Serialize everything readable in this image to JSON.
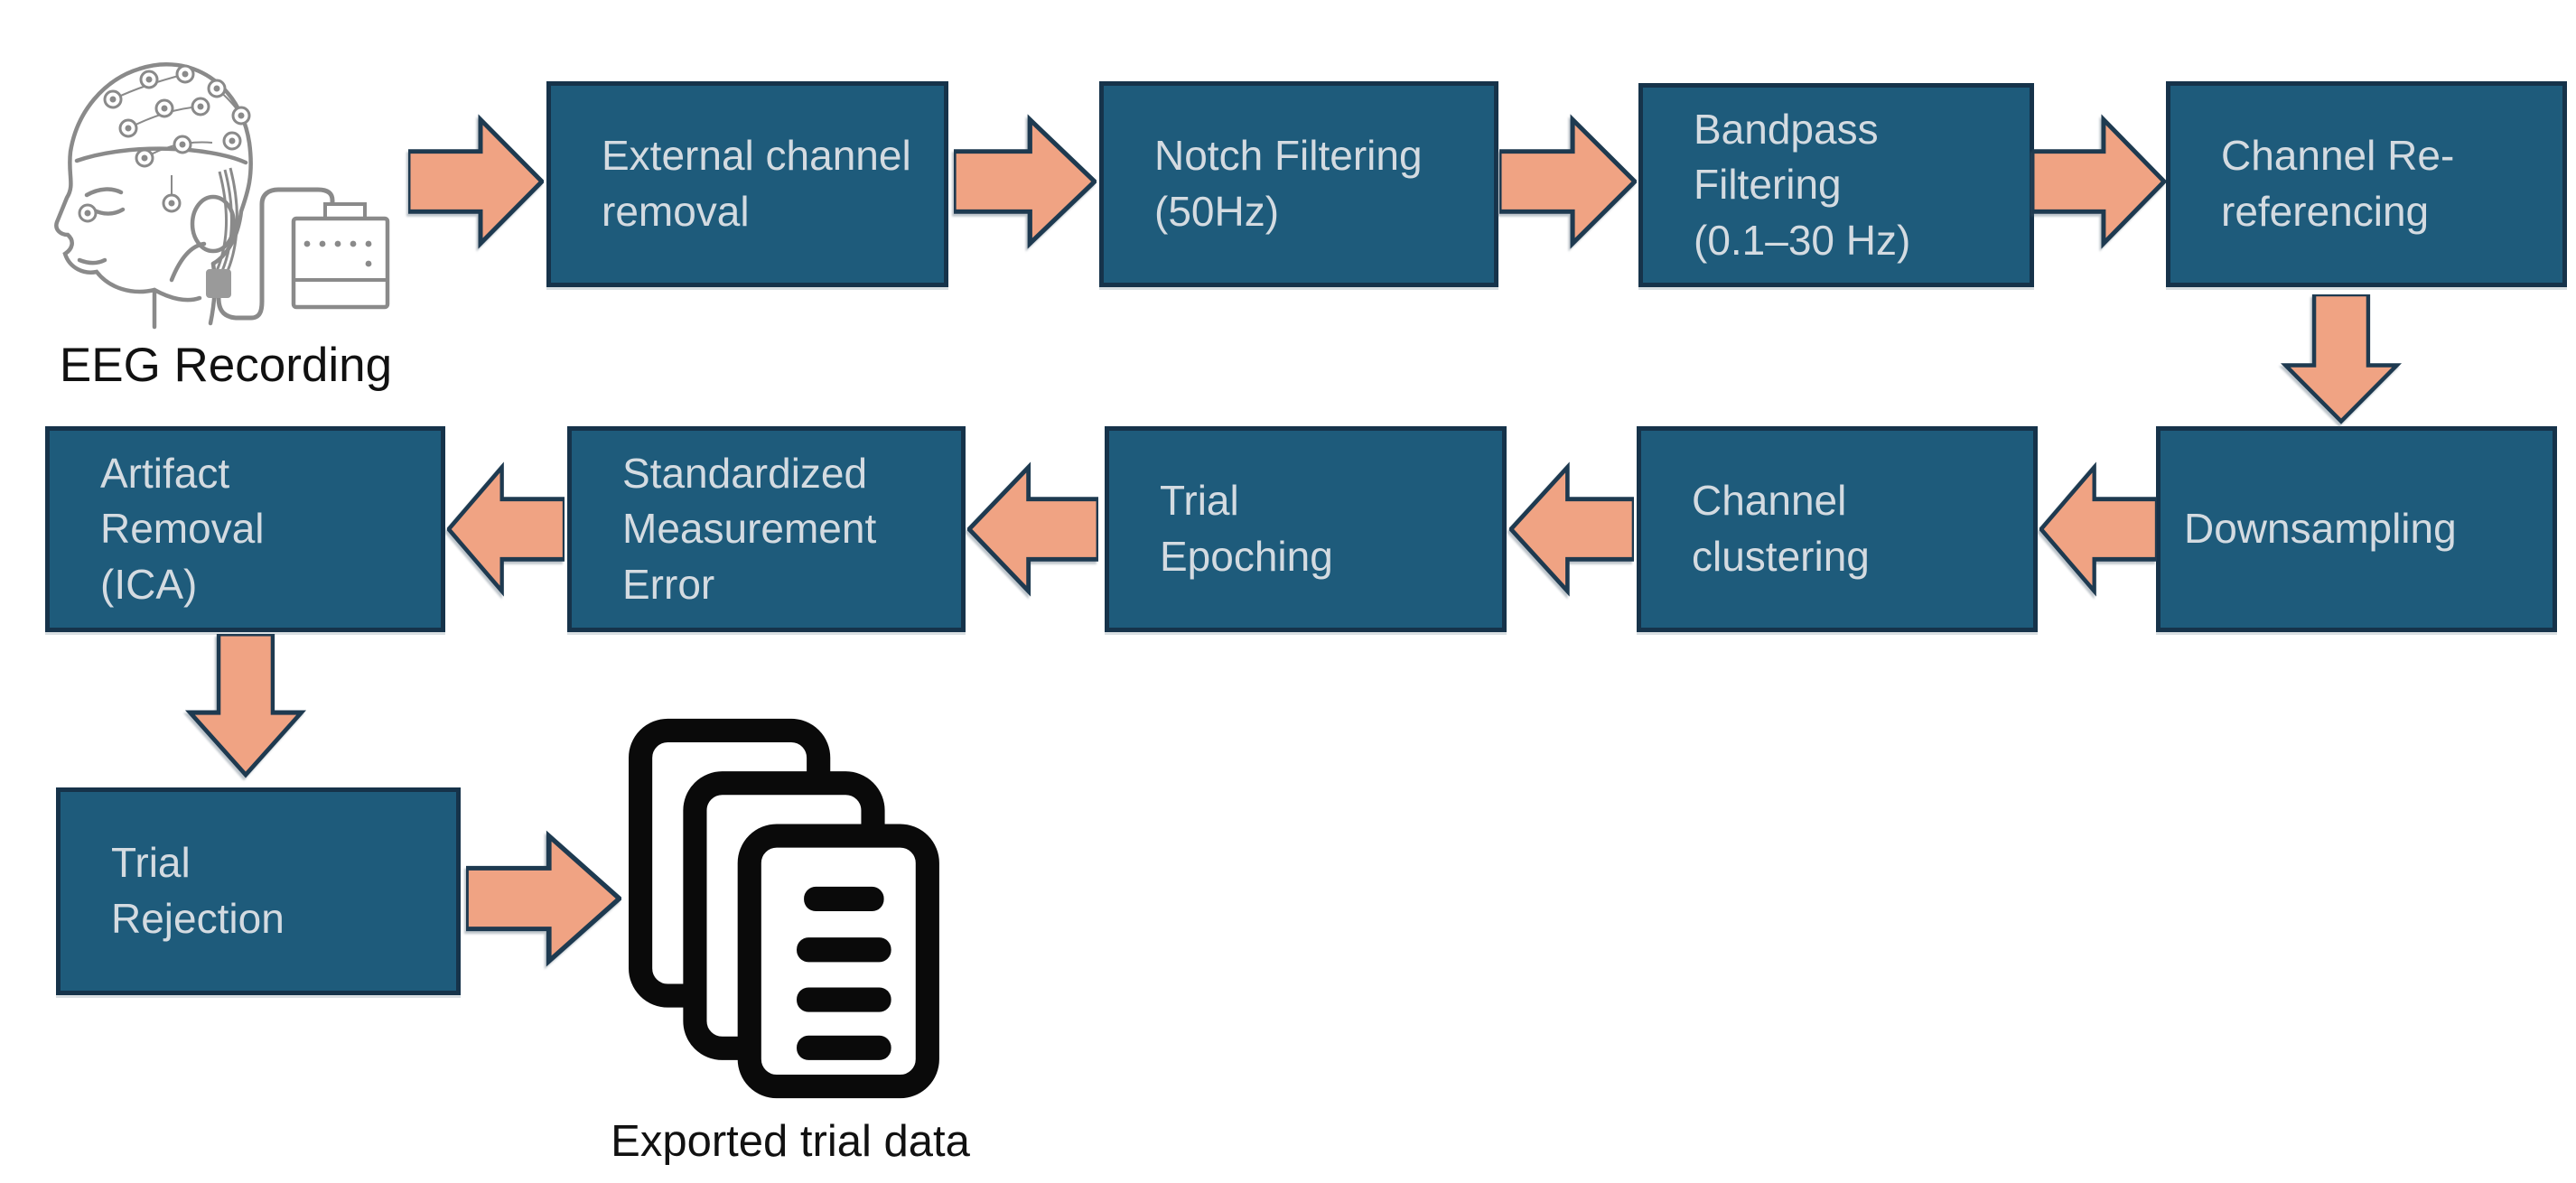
{
  "flowchart": {
    "input": {
      "caption": "EEG Recording",
      "icon": "eeg-head-with-electrode-cap-and-amplifier"
    },
    "steps": [
      {
        "label": "External channel\nremoval"
      },
      {
        "label": "Notch Filtering\n(50Hz)"
      },
      {
        "label": "Bandpass\nFiltering\n(0.1–30 Hz)"
      },
      {
        "label": "Channel Re-\nreferencing"
      },
      {
        "label": "Downsampling"
      },
      {
        "label": "Channel\nclustering"
      },
      {
        "label": "Trial\nEpoching"
      },
      {
        "label": "Standardized\nMeasurement\nError"
      },
      {
        "label": "Artifact\nRemoval\n(ICA)"
      },
      {
        "label": "Trial\nRejection"
      }
    ],
    "output": {
      "caption": "Exported trial data",
      "icon": "document-stack"
    },
    "flow_order": [
      "EEG Recording",
      "External channel removal",
      "Notch Filtering (50Hz)",
      "Bandpass Filtering (0.1–30 Hz)",
      "Channel Re-referencing",
      "Downsampling",
      "Channel clustering",
      "Trial Epoching",
      "Standardized Measurement Error",
      "Artifact Removal (ICA)",
      "Trial Rejection",
      "Exported trial data"
    ],
    "colors": {
      "box_fill": "#1E5B7B",
      "box_border": "#16334A",
      "box_text": "#D4DBE1",
      "arrow_fill": "#F0A383",
      "arrow_outline": "#1E3A50",
      "caption_text": "#111111",
      "output_icon_black": "#0A0A0A",
      "illustration_gray": "#8A8A8A"
    }
  }
}
